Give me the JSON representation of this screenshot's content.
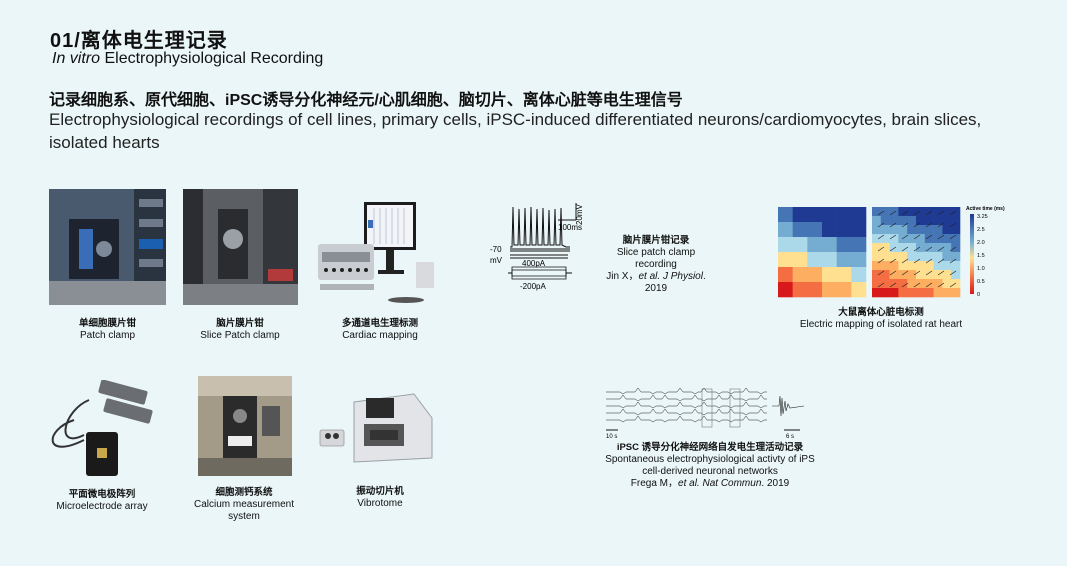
{
  "header": {
    "title": "01/离体电生理记录",
    "subtitle_italic": "In vitro",
    "subtitle_rest": " Electrophysiological Recording"
  },
  "lead": {
    "cn": "记录细胞系、原代细胞、iPSC诱导分化神经元/心肌细胞、脑切片、离体心脏等电生理信号",
    "en": "Electrophysiological recordings of cell lines, primary cells, iPSC-induced differentiated neurons/cardiomyocytes, brain slices, isolated hearts"
  },
  "equipment": [
    {
      "cn": "单细胞膜片钳",
      "en": "Patch clamp"
    },
    {
      "cn": "脑片膜片钳",
      "en": "Slice Patch clamp"
    },
    {
      "cn": "多通道电生理标测",
      "en": "Cardiac mapping"
    },
    {
      "cn": "平面微电极阵列",
      "en": "Microelectrode array"
    },
    {
      "cn": "细胞测钙系统",
      "en": "Calcium measurement system"
    },
    {
      "cn": "振动切片机",
      "en": "Vibrotome"
    }
  ],
  "figures": {
    "slice": {
      "cn": "脑片膜片钳记录",
      "en": "Slice patch clamp recording",
      "cite_author": "Jin X，",
      "cite_journal": "et al. J Physiol",
      "cite_year": ". 2019",
      "scale_v": "20mV",
      "scale_t": "100ms",
      "v_rest": "-70",
      "v_unit": "mV",
      "i_pos": "400pA",
      "i_neg": "-200pA"
    },
    "heart": {
      "cn": "大鼠离体心脏电标测",
      "en": "Electric mapping of isolated rat heart",
      "colorbar_title": "Active time (ms)",
      "ticks": [
        "3.25",
        "2.5",
        "2.0",
        "1.5",
        "1.0",
        "0.5",
        "0"
      ]
    },
    "ipsc": {
      "cn": "iPSC 诱导分化神经网络自发电生理活动记录",
      "en1": "Spontaneous electrophysiological activty of iPS",
      "en2": "cell-derived neuronal networks",
      "cite_author": "Frega M，",
      "cite_journal": "et al. Nat Commun",
      "cite_year": ". 2019",
      "scale_left": "10 s",
      "scale_right": "6 s"
    }
  },
  "colors": {
    "background": "#eaf6f8",
    "heatmap_high": "#1f3a93",
    "heatmap_low": "#d7191c"
  }
}
